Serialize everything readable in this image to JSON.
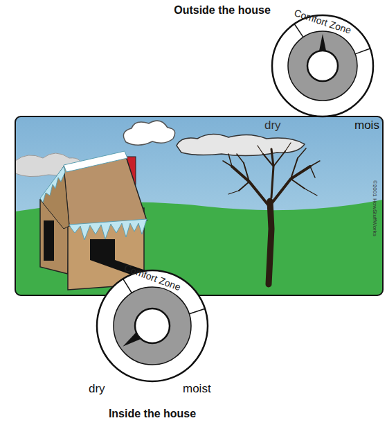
{
  "diagram": {
    "nodes": [
      {
        "text": [
          "Outside the house",
          "Comfort Zone"
        ]
      },
      {
        "text": [
          "Comfort Zone",
          "Inside the house"
        ]
      }
    ],
    "labels": [
      "dry",
      "mois",
      "dry",
      "moist",
      "©2001 HowStuffWorks"
    ]
  }
}
